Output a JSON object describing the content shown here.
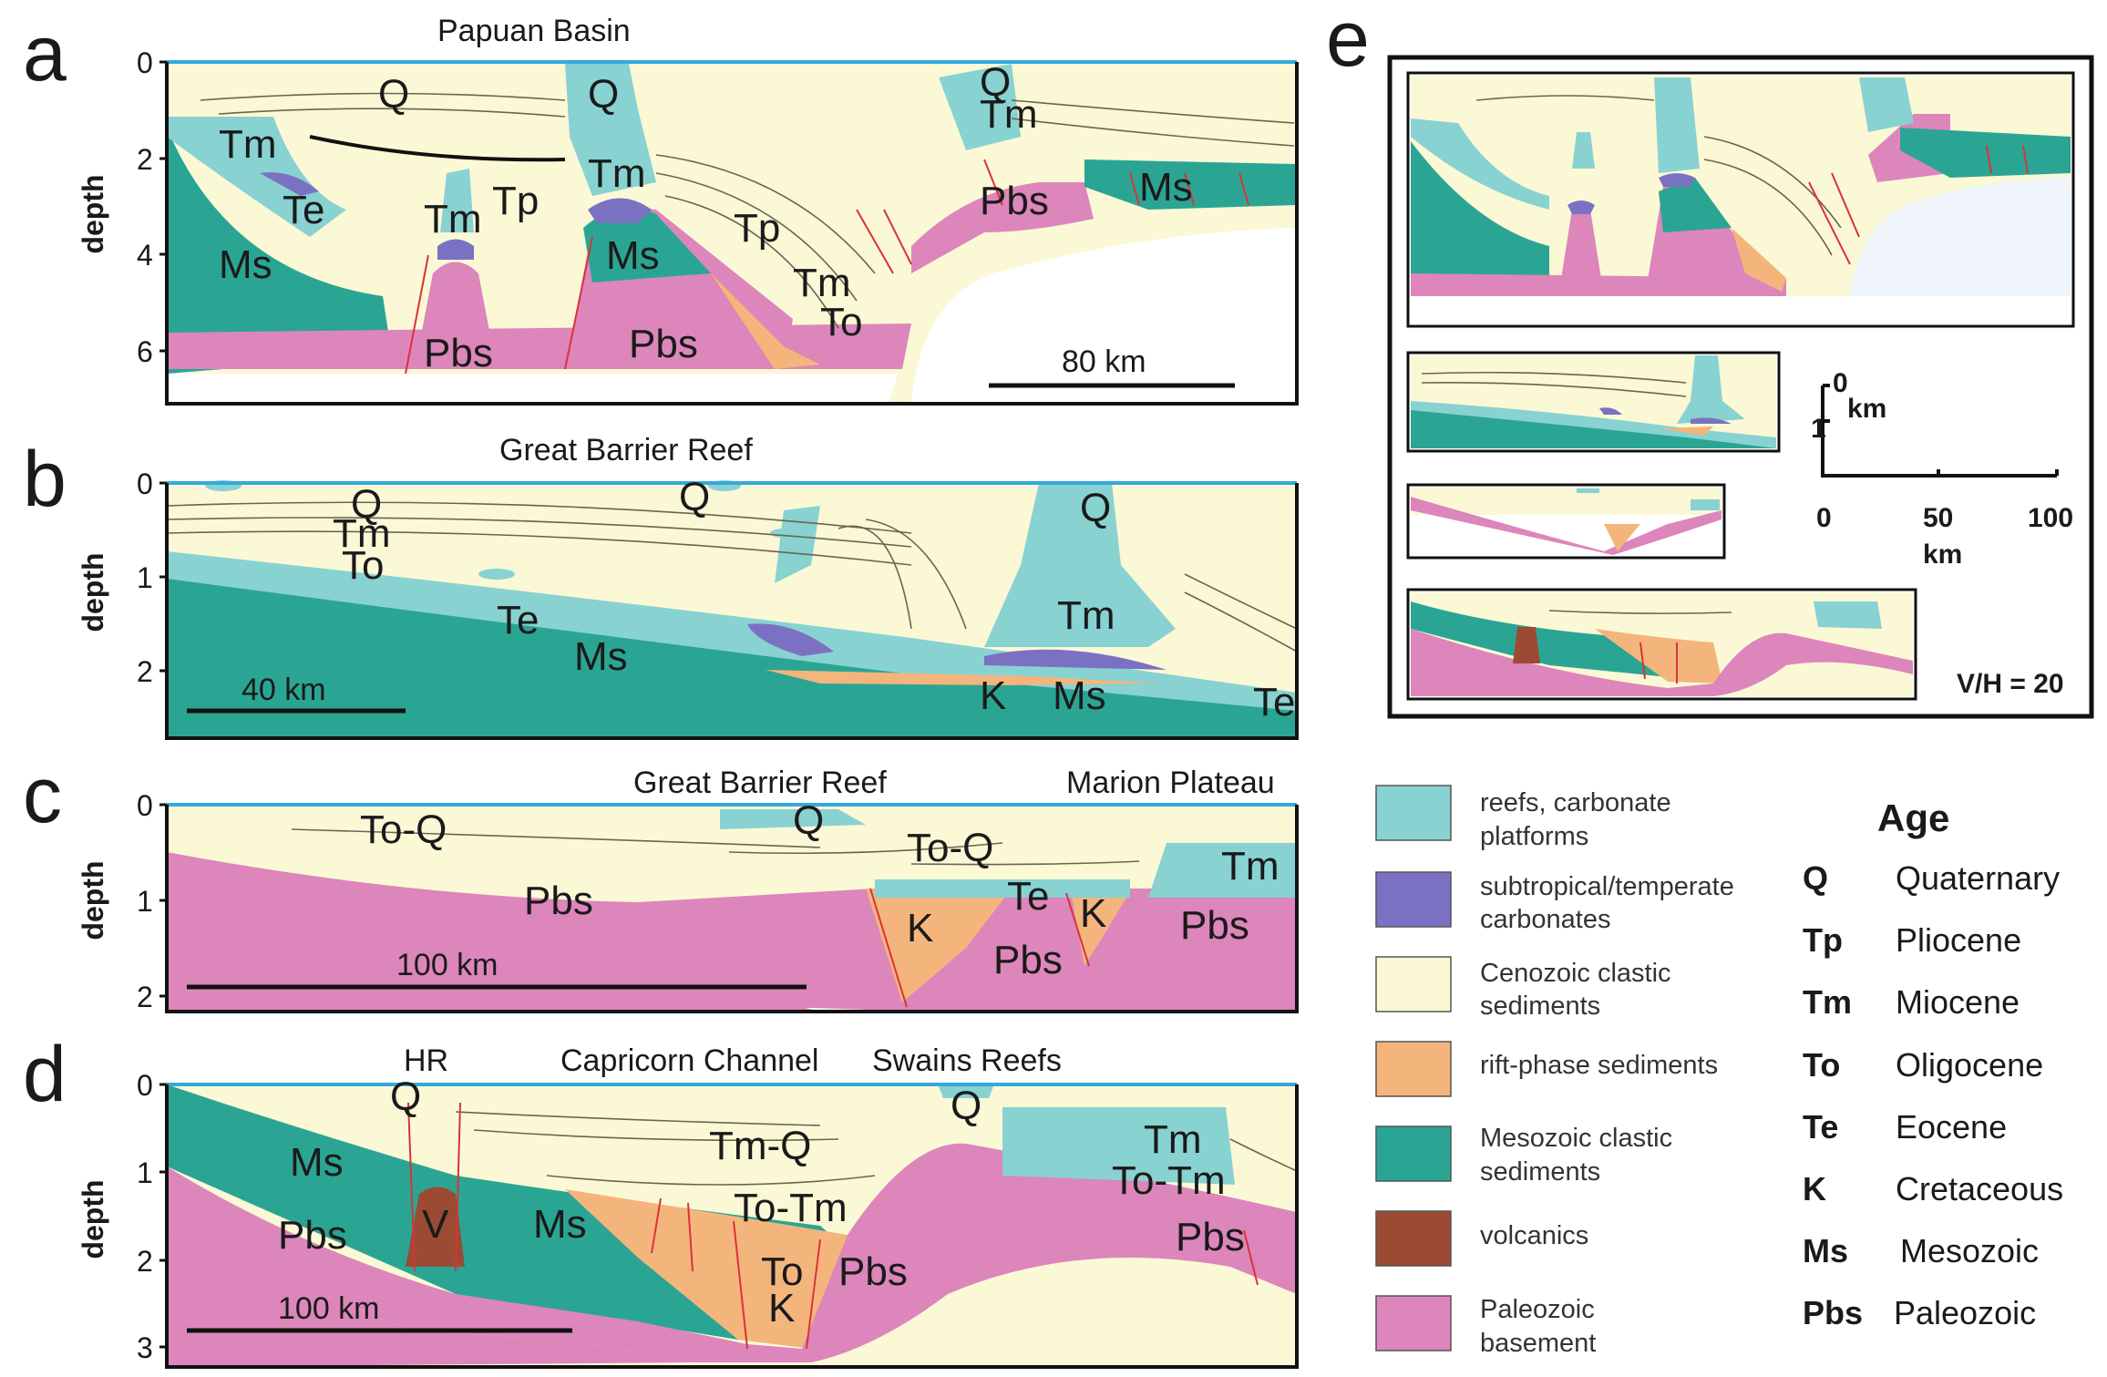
{
  "colors": {
    "reef": "#88d2d2",
    "subtropical": "#7b71c2",
    "cenozoic": "#fbf8d6",
    "rift": "#f4b57c",
    "mesozoic": "#2ba593",
    "volcanics": "#9b4b34",
    "paleozoic": "#dc86bb",
    "sea": "#35a9dc"
  },
  "panels": {
    "a": {
      "letter": "a",
      "title": "Papuan Basin",
      "depth_label": "depth",
      "ticks": [
        "0",
        "2",
        "4",
        "6"
      ],
      "scale_bar": "80 km",
      "units": [
        "Q",
        "Q",
        "Q",
        "Tm",
        "Tm",
        "Tm",
        "Tm",
        "Tp",
        "Tp",
        "Te",
        "Ms",
        "Ms",
        "Ms",
        "Pbs",
        "Pbs",
        "Pbs",
        "Tm",
        "To"
      ]
    },
    "b": {
      "letter": "b",
      "title": "Great Barrier Reef",
      "depth_label": "depth",
      "ticks": [
        "0",
        "1",
        "2"
      ],
      "scale_bar": "40 km",
      "units": [
        "Q",
        "Tm",
        "To",
        "Q",
        "Q",
        "Te",
        "Ms",
        "Tm",
        "K",
        "Ms",
        "Te"
      ]
    },
    "c": {
      "letter": "c",
      "title": "Great Barrier Reef",
      "title2": "Marion Plateau",
      "depth_label": "depth",
      "ticks": [
        "0",
        "1",
        "2"
      ],
      "scale_bar": "100 km",
      "units": [
        "To-Q",
        "Q",
        "To-Q",
        "Tm",
        "Te",
        "Pbs",
        "K",
        "K",
        "Pbs",
        "Pbs"
      ]
    },
    "d": {
      "letter": "d",
      "title": "HR",
      "title2": "Capricorn Channel",
      "title3": "Swains Reefs",
      "depth_label": "depth",
      "ticks": [
        "0",
        "1",
        "2",
        "3"
      ],
      "scale_bar": "100 km",
      "units": [
        "Q",
        "Ms",
        "Pbs",
        "V",
        "Ms",
        "Tm-Q",
        "To-Tm",
        "To",
        "K",
        "Pbs",
        "Q",
        "Tm",
        "To-Tm",
        "Pbs"
      ]
    },
    "e": {
      "letter": "e",
      "vscale_ticks": [
        "0",
        "1"
      ],
      "vscale_unit": "km",
      "hscale_ticks": [
        "0",
        "50",
        "100"
      ],
      "hscale_unit": "km",
      "ratio": "V/H = 20"
    }
  },
  "legend": [
    {
      "key": "reef",
      "line1": "reefs, carbonate",
      "line2": "platforms"
    },
    {
      "key": "subtropical",
      "line1": "subtropical/temperate",
      "line2": "carbonates"
    },
    {
      "key": "cenozoic",
      "line1": "Cenozoic clastic",
      "line2": "sediments"
    },
    {
      "key": "rift",
      "line1": "rift-phase sediments",
      "line2": ""
    },
    {
      "key": "mesozoic",
      "line1": "Mesozoic clastic",
      "line2": "sediments"
    },
    {
      "key": "volcanics",
      "line1": "volcanics",
      "line2": ""
    },
    {
      "key": "paleozoic",
      "line1": "Paleozoic",
      "line2": "basement"
    }
  ],
  "age": {
    "title": "Age",
    "rows": [
      {
        "code": "Q",
        "name": "Quaternary"
      },
      {
        "code": "Tp",
        "name": "Pliocene"
      },
      {
        "code": "Tm",
        "name": "Miocene"
      },
      {
        "code": "To",
        "name": "Oligocene"
      },
      {
        "code": "Te",
        "name": "Eocene"
      },
      {
        "code": "K",
        "name": "Cretaceous"
      },
      {
        "code": "Ms",
        "name": "Mesozoic"
      },
      {
        "code": "Pbs",
        "name": "Paleozoic"
      }
    ]
  }
}
